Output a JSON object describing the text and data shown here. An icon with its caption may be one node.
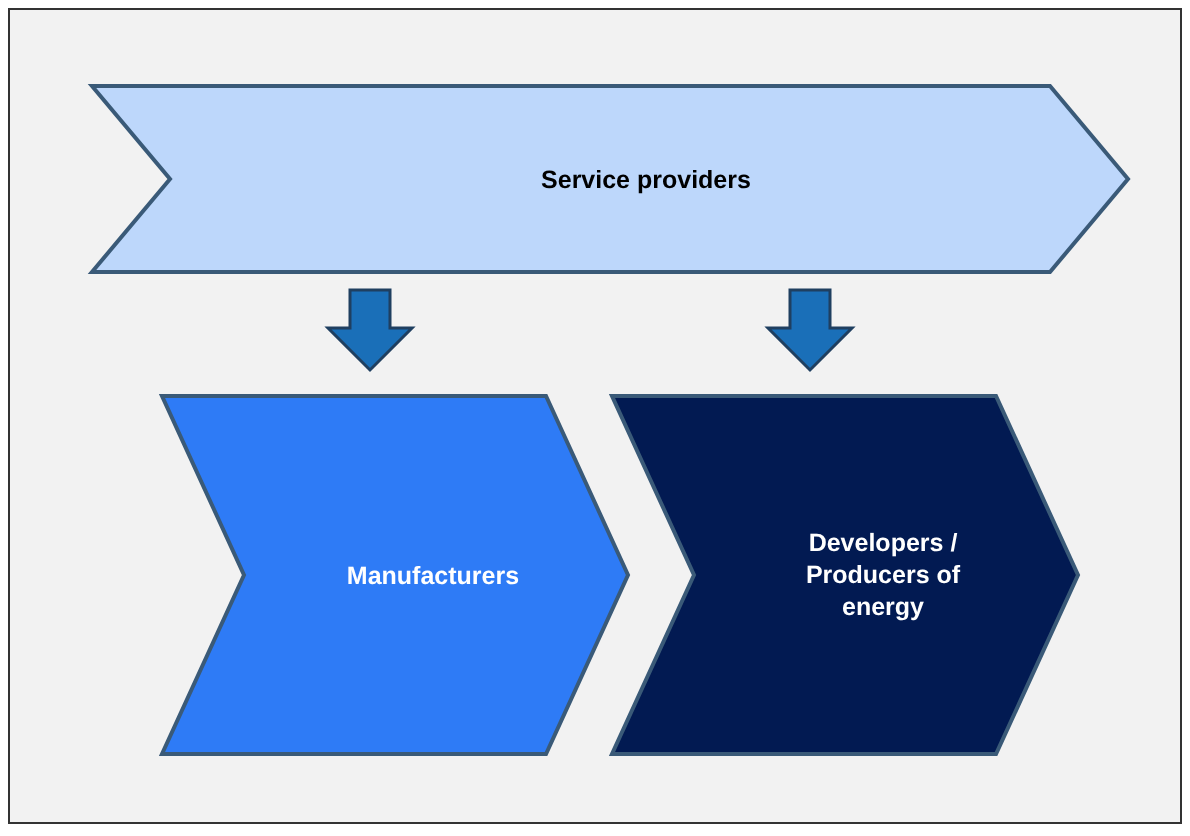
{
  "diagram": {
    "nodes": [
      {
        "text": [
          "Service providers"
        ]
      },
      {
        "text": [
          "Manufacturers"
        ]
      },
      {
        "text": [
          "Developers / Producers of energy"
        ]
      }
    ],
    "edges": [
      {
        "from": 0,
        "to": 1,
        "arrow": "to",
        "style": "thick"
      },
      {
        "from": 0,
        "to": 2,
        "arrow": "to",
        "style": "thick"
      }
    ]
  }
}
